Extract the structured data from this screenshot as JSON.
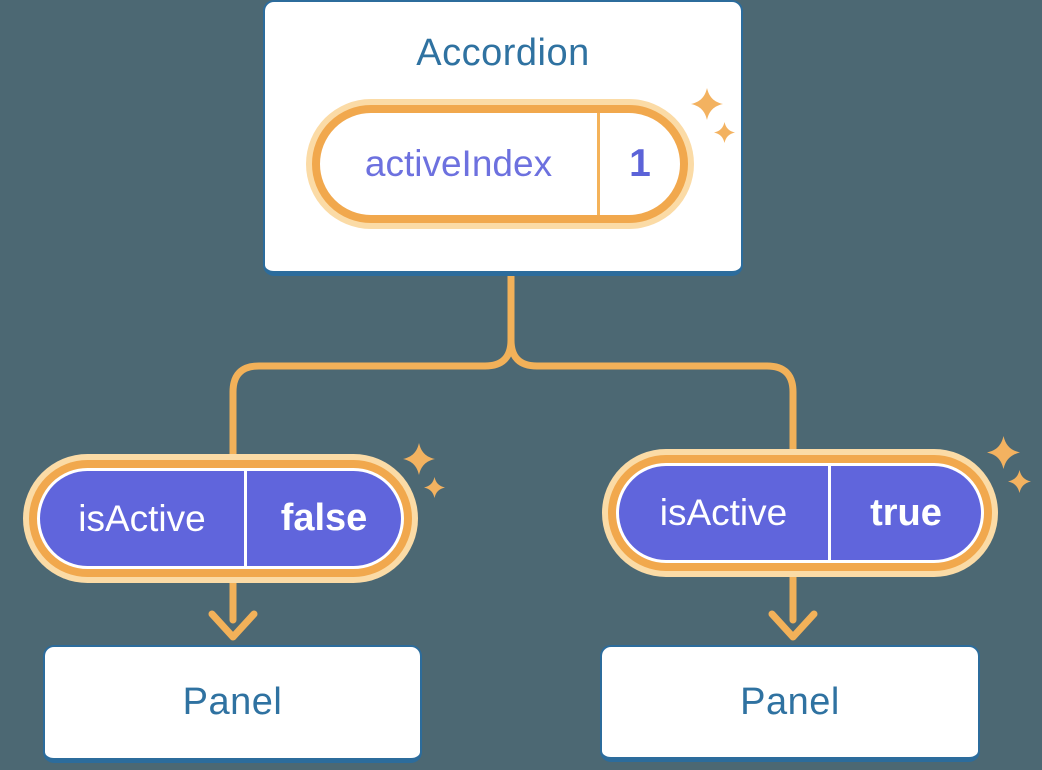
{
  "diagram": {
    "root": {
      "title": "Accordion",
      "state_label": "activeIndex",
      "state_value": "1"
    },
    "branches": [
      {
        "prop_label": "isActive",
        "prop_value": "false",
        "child_title": "Panel"
      },
      {
        "prop_label": "isActive",
        "prop_value": "true",
        "child_title": "Panel"
      }
    ]
  },
  "icons": {
    "sparkle": "sparkle-icon"
  },
  "colors": {
    "background": "#4C6873",
    "card_fill": "#FFFFFF",
    "card_border_blue": "#2C6C9C",
    "card_text_blue": "#2F72A1",
    "connector_orange": "#F2B159",
    "pill_border_orange": "#F1A84D",
    "pill_glow_peach": "#FBDBA6",
    "pill_purple": "#6065DC",
    "state_text_purple": "#6D71DF",
    "state_value_purple": "#5C63D8",
    "prop_text_white": "#FFFFFF",
    "sparkle_orange": "#F3B260"
  }
}
